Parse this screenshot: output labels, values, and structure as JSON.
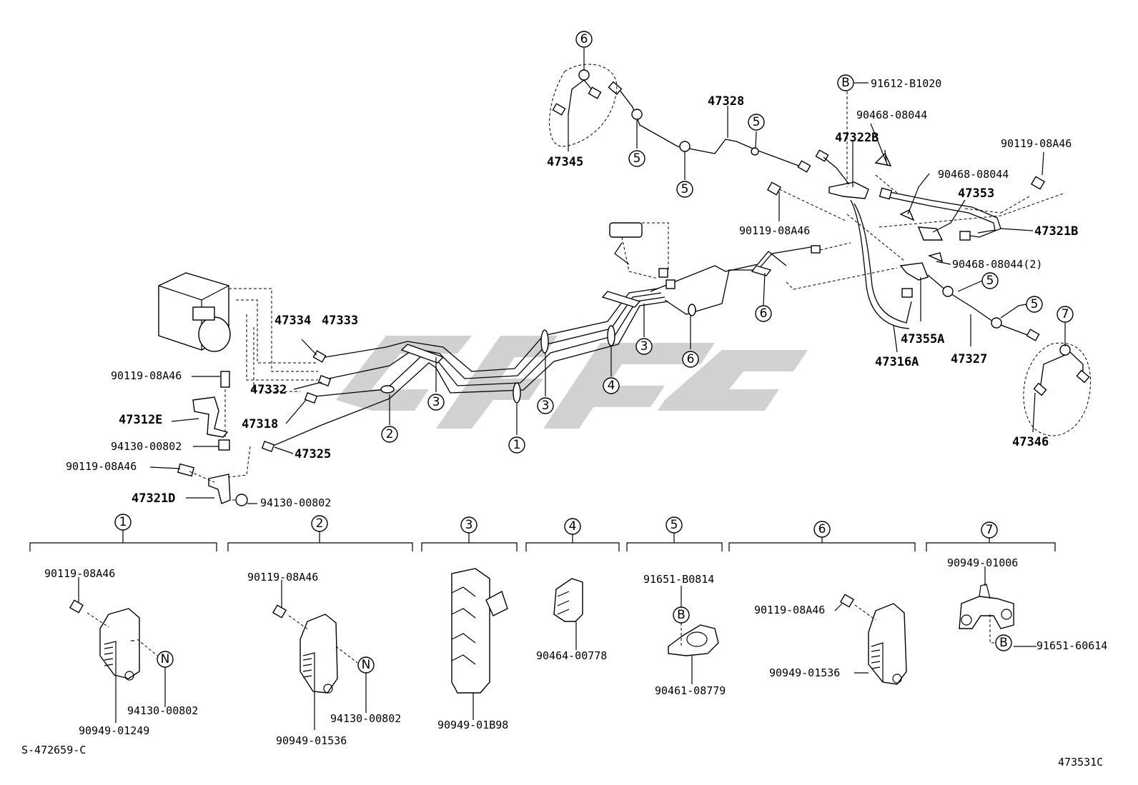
{
  "drawing_id": "S-472659-C",
  "sheet_code": "473531C",
  "part_labels": {
    "p47345": "47345",
    "p47328": "47328",
    "p91612": "91612-B1020",
    "p90468a": "90468-08044",
    "p47322B": "47322B",
    "p90119a": "90119-08A46",
    "p90468b": "90468-08044",
    "p47353": "47353",
    "p90119b": "90119-08A46",
    "p47321B": "47321B",
    "p90468c": "90468-08044(2)",
    "p47355A": "47355A",
    "p47316A": "47316A",
    "p47327": "47327",
    "p47346": "47346",
    "p47334": "47334",
    "p47333": "47333",
    "p90119c": "90119-08A46",
    "p47332": "47332",
    "p47312E": "47312E",
    "p47318": "47318",
    "p94130a": "94130-00802",
    "p47325": "47325",
    "p90119d": "90119-08A46",
    "p47321D": "47321D",
    "p94130b": "94130-00802"
  },
  "callouts": {
    "c1": "1",
    "c2": "2",
    "c3": "3",
    "c4": "4",
    "c5": "5",
    "c6": "6",
    "c7": "7",
    "b": "B",
    "n": "N"
  },
  "detail_labels": {
    "d1_bolt": "90119-08A46",
    "d1_nut": "94130-00802",
    "d1_clamp": "90949-01249",
    "d2_bolt": "90119-08A46",
    "d2_nut": "94130-00802",
    "d2_clamp": "90949-01536",
    "d3_clamp": "90949-01B98",
    "d4_clamp": "90464-00778",
    "d5_clip": "91651-B0814",
    "d5_clamp": "90461-08779",
    "d6_bolt": "90119-08A46",
    "d6_clamp": "90949-01536",
    "d7_clamp": "90949-01006",
    "d7_clip": "91651-60614"
  }
}
